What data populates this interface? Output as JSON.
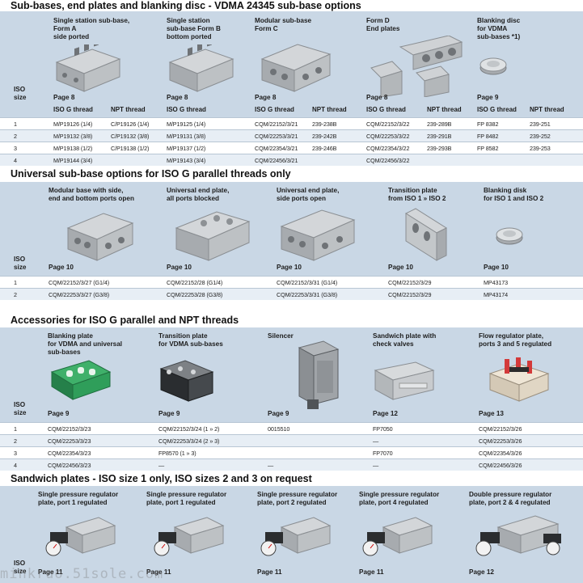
{
  "section1": {
    "title": "Sub-bases, end plates and blanking disc - VDMA 24345 sub-base options",
    "columns": [
      {
        "heading": "Single station sub-base,\nForm A\nside ported",
        "page": "Page 8"
      },
      {
        "heading": "Single station\nsub-base Form B\nbottom ported",
        "page": "Page 8"
      },
      {
        "heading": "Modular sub-base\nForm C",
        "page": "Page 8"
      },
      {
        "heading": "Form D\nEnd plates",
        "page": "Page 8"
      },
      {
        "heading": "Blanking disc\nfor VDMA\nsub-bases *1)",
        "page": "Page 9"
      }
    ],
    "size_label": "ISO\nsize",
    "subheads": [
      "ISO G thread",
      "NPT thread",
      "ISO G thread",
      "ISO G thread",
      "NPT thread",
      "ISO G thread",
      "NPT thread",
      "ISO G thread",
      "NPT thread"
    ],
    "rows": [
      [
        "1",
        "M/P19126 (1/4)",
        "C/P19126 (1/4)",
        "M/P19125 (1/4)",
        "CQM/22152/3/21",
        "239-238B",
        "CQM/22152/3/22",
        "239-289B",
        "FP 8382",
        "239-251"
      ],
      [
        "2",
        "M/P19132 (3/8)",
        "C/P19132 (3/8)",
        "M/P19131 (3/8)",
        "CQM/22253/3/21",
        "239-242B",
        "CQM/22253/3/22",
        "239-291B",
        "FP 8482",
        "239-252"
      ],
      [
        "3",
        "M/P19138 (1/2)",
        "C/P19138 (1/2)",
        "M/P19137 (1/2)",
        "CQM/22354/3/21",
        "239-246B",
        "CQM/22354/3/22",
        "239-293B",
        "FP 8582",
        "239-253"
      ],
      [
        "4",
        "M/P19144 (3/4)",
        "",
        "M/P19143 (3/4)",
        "CQM/22456/3/21",
        "",
        "CQM/22456/3/22",
        "",
        "",
        ""
      ]
    ]
  },
  "section2": {
    "title": "Universal sub-base options for ISO G parallel threads only",
    "columns": [
      {
        "heading": "Modular base with side,\nend and bottom ports open",
        "page": "Page 10"
      },
      {
        "heading": "Universal end plate,\nall ports blocked",
        "page": "Page 10"
      },
      {
        "heading": "Universal end plate,\nside ports open",
        "page": "Page 10"
      },
      {
        "heading": "Transition plate\nfrom ISO 1 » ISO 2",
        "page": "Page 10"
      },
      {
        "heading": "Blanking disk\nfor ISO 1 and ISO 2",
        "page": "Page 10"
      }
    ],
    "size_label": "ISO\nsize",
    "rows": [
      [
        "1",
        "CQM/22152/3/27 (G1/4)",
        "CQM/22152/28 (G1/4)",
        "CQM/22152/3/31 (G1/4)",
        "CQM/22152/3/29",
        "MP43173"
      ],
      [
        "2",
        "CQM/22253/3/27 (G3/8)",
        "CQM/22253/28 (G3/8)",
        "CQM/22253/3/31 (G3/8)",
        "CQM/22152/3/29",
        "MP43174"
      ]
    ]
  },
  "section3": {
    "title": "Accessories for ISO G parallel and NPT threads",
    "columns": [
      {
        "heading": "Blanking plate\nfor VDMA and universal\nsub-bases",
        "page": "Page 9"
      },
      {
        "heading": "Transition plate\nfor VDMA sub-bases",
        "page": "Page 9"
      },
      {
        "heading": "Silencer",
        "page": "Page 9"
      },
      {
        "heading": "Sandwich plate with\ncheck valves",
        "page": "Page 12"
      },
      {
        "heading": "Flow regulator plate,\nports 3 and 5 regulated",
        "page": "Page 13"
      }
    ],
    "size_label": "ISO\nsize",
    "rows": [
      [
        "1",
        "CQM/22152/3/23",
        "CQM/22152/3/24 (1 » 2)",
        "0015510",
        "FP7050",
        "CQM/22152/3/26"
      ],
      [
        "2",
        "CQM/22253/3/23",
        "CQM/22253/3/24 (2 » 3)",
        "",
        "—",
        "CQM/22253/3/26"
      ],
      [
        "3",
        "CQM/22354/3/23",
        "FP8570 (1 » 3)",
        "",
        "FP7070",
        "CQM/22354/3/26"
      ],
      [
        "4",
        "CQM/22456/3/23",
        "—",
        "—",
        "—",
        "CQM/22456/3/26"
      ]
    ]
  },
  "section4": {
    "title": "Sandwich plates - ISO size 1 only, ISO sizes 2 and 3 on request",
    "columns": [
      {
        "heading": "Single pressure regulator\nplate, port 1 regulated",
        "page": "Page 11"
      },
      {
        "heading": "Single pressure regulator\nplate, port 1 regulated",
        "page": "Page 11"
      },
      {
        "heading": "Single pressure regulator\nplate, port 2 regulated",
        "page": "Page 11"
      },
      {
        "heading": "Single pressure regulator\nplate, port 4 regulated",
        "page": "Page 11"
      },
      {
        "heading": "Double pressure regulator\nplate, port 2 & 4 regulated",
        "page": "Page 12"
      }
    ],
    "size_label": "ISO\nsize"
  },
  "watermark": "minkruo.51sole.com",
  "colors": {
    "band": "#c9d7e5",
    "row_alt": "#e7eef5",
    "metal": "#b9bcbf",
    "green": "#2f9e5a",
    "red": "#d33a3a"
  },
  "icons": [
    "sub-base-icon",
    "end-plate-icon",
    "blanking-disc-icon",
    "transition-plate-icon",
    "silencer-icon",
    "sandwich-plate-icon",
    "flow-regulator-icon",
    "pressure-regulator-icon"
  ]
}
